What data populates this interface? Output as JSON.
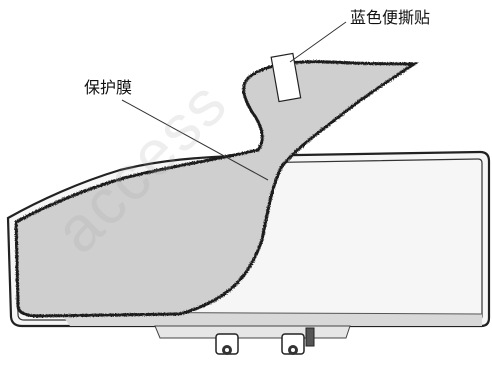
{
  "labels": {
    "blue_sticker": "蓝色便撕贴",
    "protective_film": "保护膜"
  },
  "watermark": "access",
  "colors": {
    "film_fill": "#cfcfcf",
    "outline": "#222222",
    "glass_fill": "#f4f4f4",
    "leader": "#333333"
  }
}
